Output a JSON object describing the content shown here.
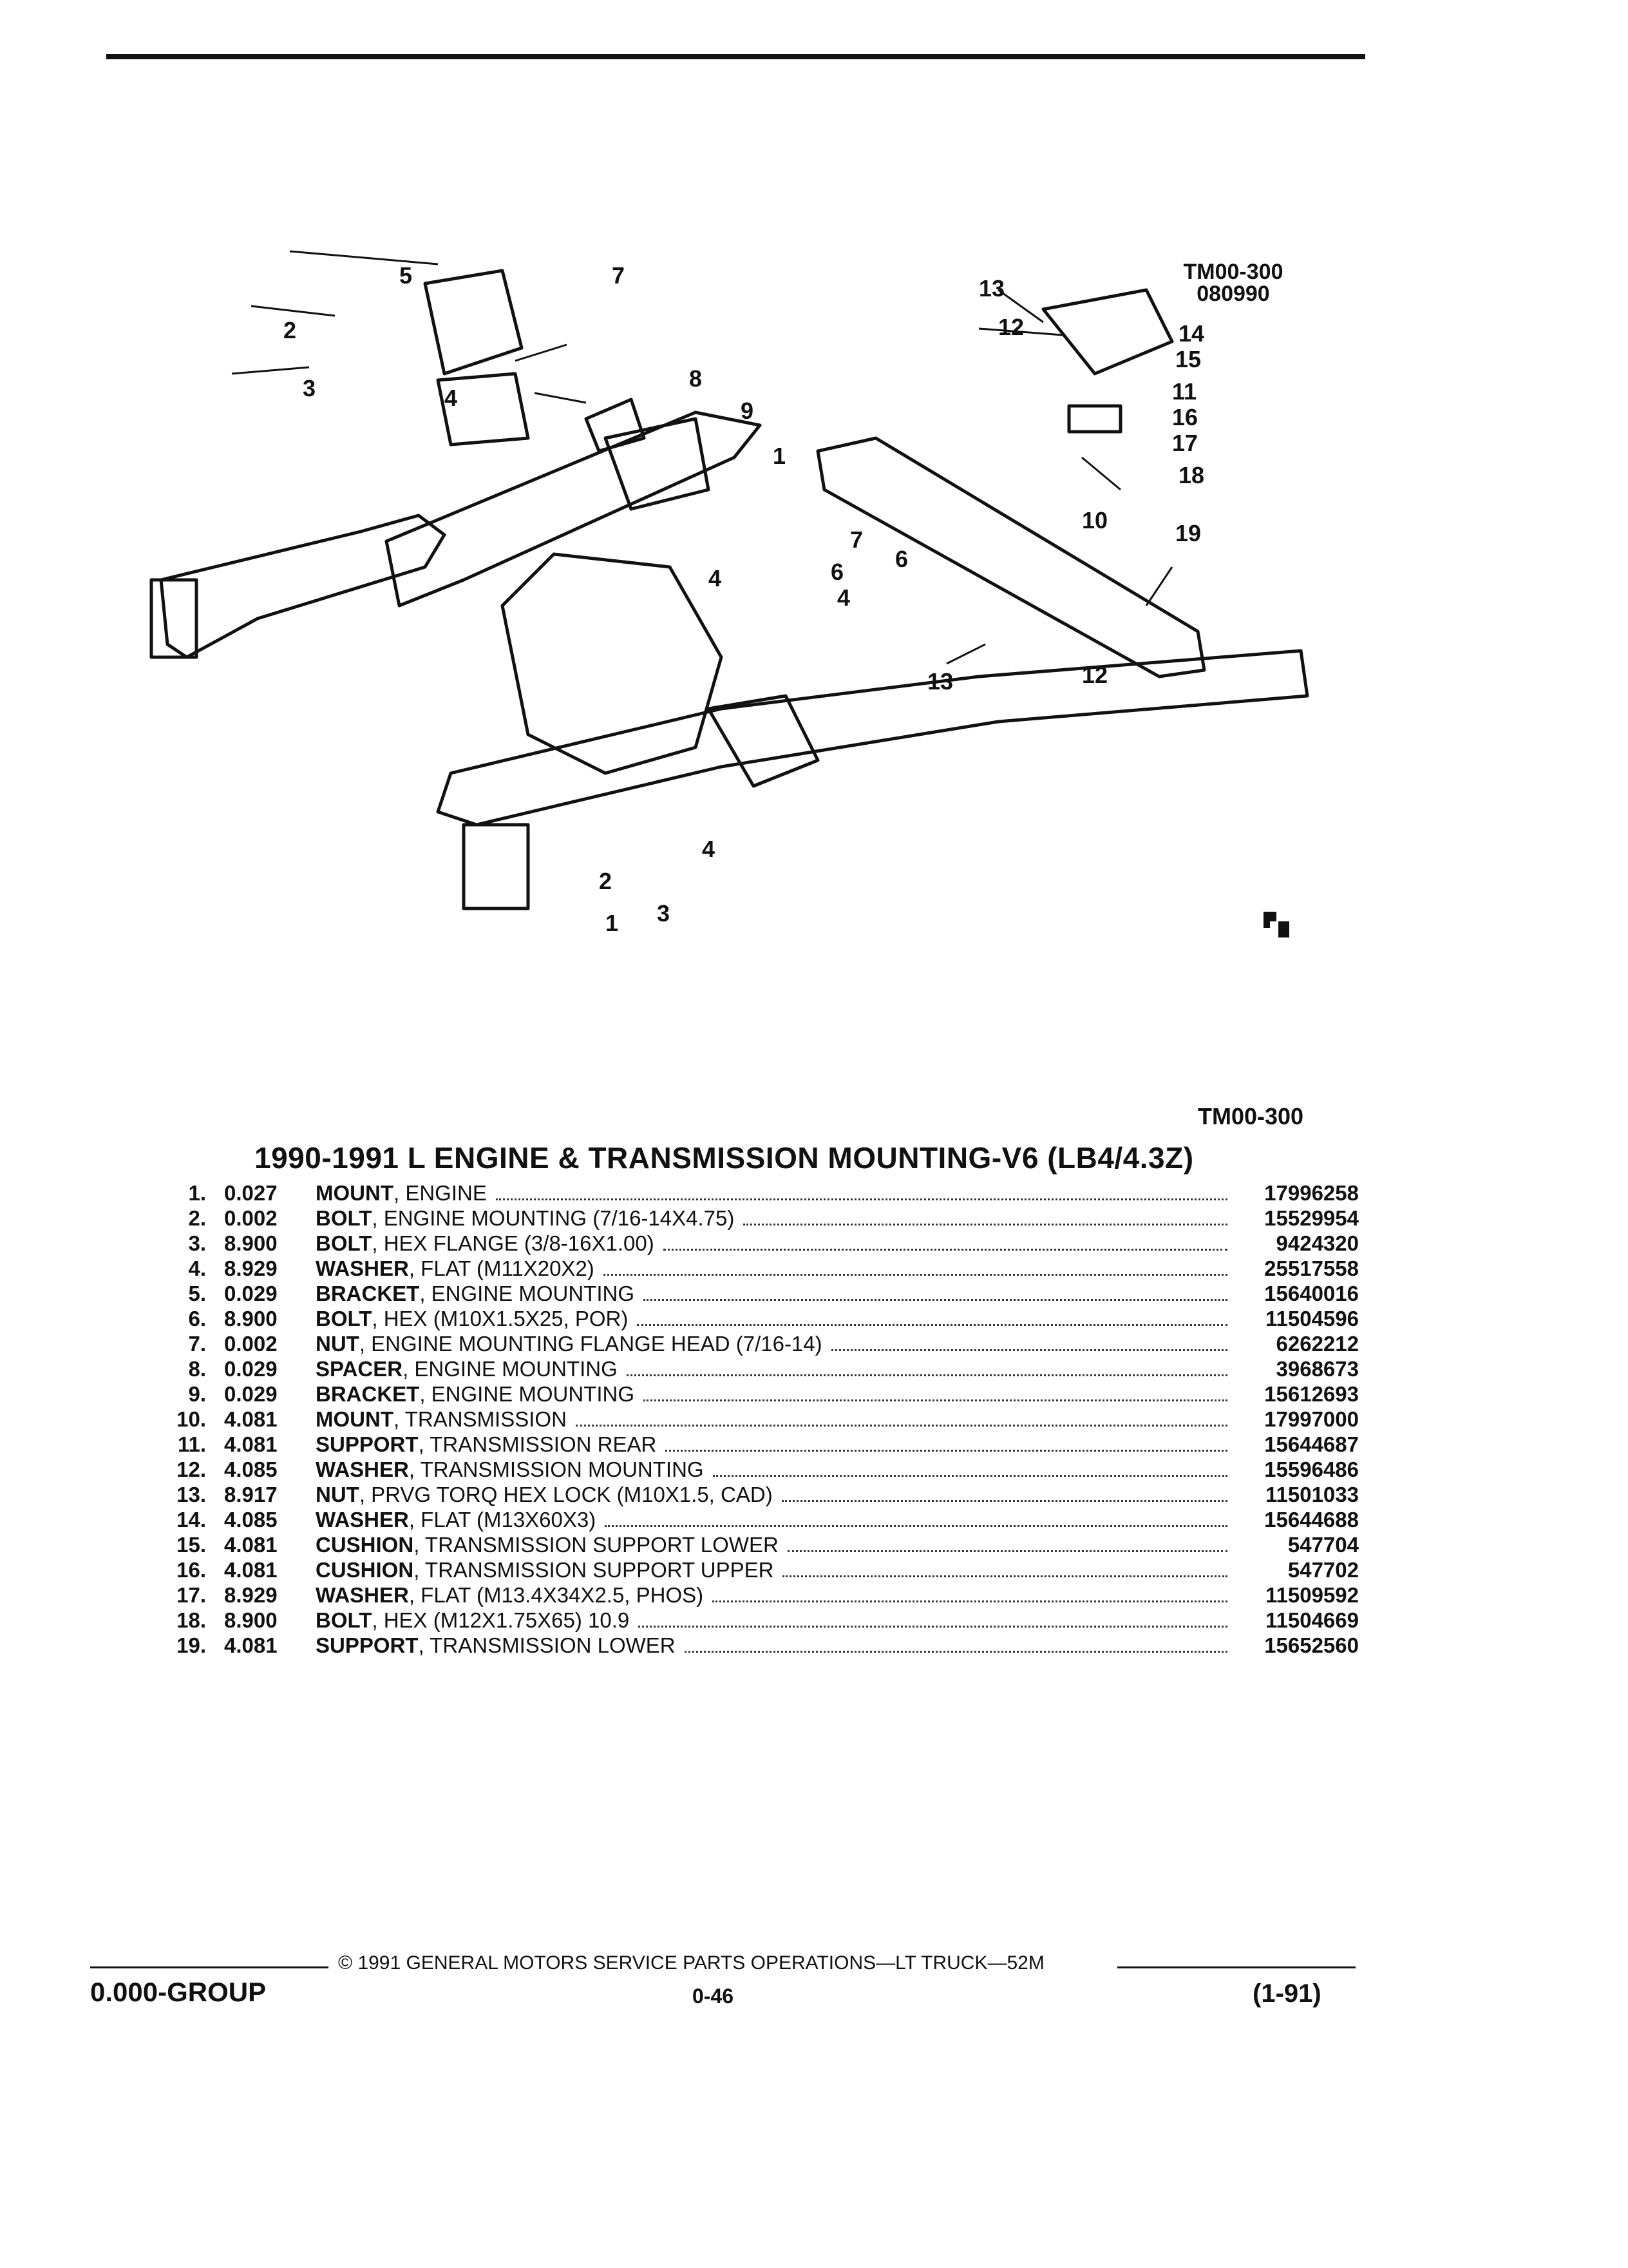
{
  "page": {
    "diagram_code_top": [
      "TM00-300",
      "080990"
    ],
    "diagram_code_bottom": "TM00-300",
    "section_title": "1990-1991 L ENGINE & TRANSMISSION MOUNTING-V6 (LB4/4.3Z)"
  },
  "diagram": {
    "callouts": [
      "1",
      "2",
      "3",
      "4",
      "5",
      "6",
      "7",
      "8",
      "9",
      "10",
      "11",
      "12",
      "13",
      "14",
      "15",
      "16",
      "17",
      "18",
      "19"
    ]
  },
  "parts": [
    {
      "num": "1.",
      "code": "0.027",
      "name": "MOUNT",
      "desc": ", ENGINE",
      "part_no": "17996258"
    },
    {
      "num": "2.",
      "code": "0.002",
      "name": "BOLT",
      "desc": ", ENGINE MOUNTING (7/16-14X4.75)",
      "part_no": "15529954"
    },
    {
      "num": "3.",
      "code": "8.900",
      "name": "BOLT",
      "desc": ", HEX FLANGE (3/8-16X1.00)",
      "part_no": "9424320"
    },
    {
      "num": "4.",
      "code": "8.929",
      "name": "WASHER",
      "desc": ", FLAT (M11X20X2)",
      "part_no": "25517558"
    },
    {
      "num": "5.",
      "code": "0.029",
      "name": "BRACKET",
      "desc": ", ENGINE MOUNTING",
      "part_no": "15640016"
    },
    {
      "num": "6.",
      "code": "8.900",
      "name": "BOLT",
      "desc": ", HEX (M10X1.5X25, POR)",
      "part_no": "11504596"
    },
    {
      "num": "7.",
      "code": "0.002",
      "name": "NUT",
      "desc": ", ENGINE MOUNTING FLANGE HEAD (7/16-14)",
      "part_no": "6262212"
    },
    {
      "num": "8.",
      "code": "0.029",
      "name": "SPACER",
      "desc": ", ENGINE MOUNTING",
      "part_no": "3968673"
    },
    {
      "num": "9.",
      "code": "0.029",
      "name": "BRACKET",
      "desc": ", ENGINE MOUNTING",
      "part_no": "15612693"
    },
    {
      "num": "10.",
      "code": "4.081",
      "name": "MOUNT",
      "desc": ", TRANSMISSION",
      "part_no": "17997000"
    },
    {
      "num": "11.",
      "code": "4.081",
      "name": "SUPPORT",
      "desc": ", TRANSMISSION REAR",
      "part_no": "15644687"
    },
    {
      "num": "12.",
      "code": "4.085",
      "name": "WASHER",
      "desc": ", TRANSMISSION MOUNTING",
      "part_no": "15596486"
    },
    {
      "num": "13.",
      "code": "8.917",
      "name": "NUT",
      "desc": ", PRVG TORQ HEX LOCK (M10X1.5, CAD)",
      "part_no": "11501033"
    },
    {
      "num": "14.",
      "code": "4.085",
      "name": "WASHER",
      "desc": ", FLAT (M13X60X3)",
      "part_no": "15644688"
    },
    {
      "num": "15.",
      "code": "4.081",
      "name": "CUSHION",
      "desc": ", TRANSMISSION SUPPORT LOWER",
      "part_no": "547704"
    },
    {
      "num": "16.",
      "code": "4.081",
      "name": "CUSHION",
      "desc": ", TRANSMISSION SUPPORT UPPER",
      "part_no": "547702"
    },
    {
      "num": "17.",
      "code": "8.929",
      "name": "WASHER",
      "desc": ", FLAT (M13.4X34X2.5, PHOS)",
      "part_no": "11509592"
    },
    {
      "num": "18.",
      "code": "8.900",
      "name": "BOLT",
      "desc": ", HEX (M12X1.75X65) 10.9",
      "part_no": "11504669"
    },
    {
      "num": "19.",
      "code": "4.081",
      "name": "SUPPORT",
      "desc": ", TRANSMISSION LOWER",
      "part_no": "15652560"
    }
  ],
  "footer": {
    "copyright": "© 1991 GENERAL MOTORS SERVICE PARTS OPERATIONS—LT TRUCK—52M",
    "group": "0.000-GROUP",
    "page_number": "0-46",
    "revision": "(1-91)"
  }
}
